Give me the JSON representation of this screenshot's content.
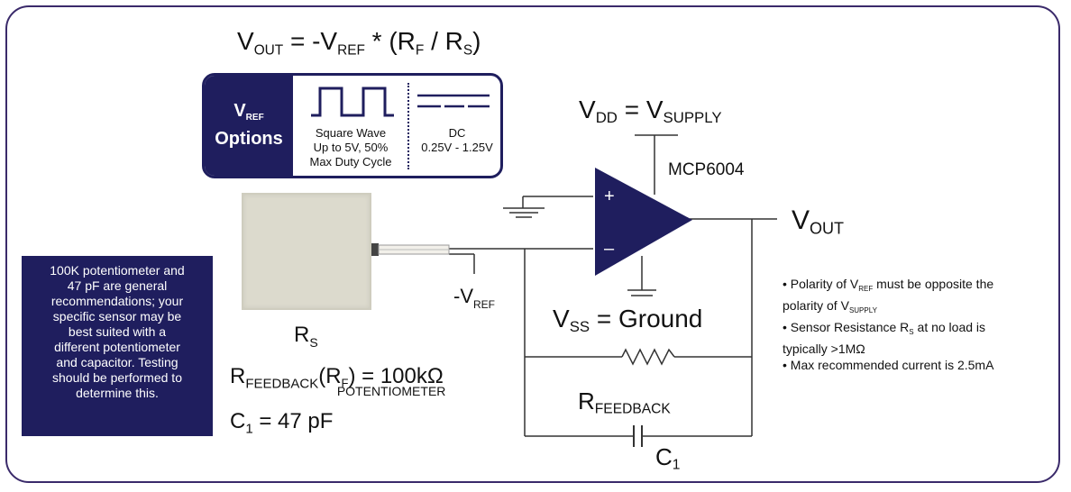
{
  "equation": {
    "v": "V",
    "out_sub": "OUT",
    "eq": " = -V",
    "ref_sub": "REF",
    "mid": " * (R",
    "f_sub": "F",
    "slash": " / R",
    "s_sub": "S",
    "close": ")"
  },
  "vref_options": {
    "v": "V",
    "ref_sub": "REF",
    "options_label": "Options",
    "square_wave": [
      "Square Wave",
      "Up to 5V, 50%",
      "Max Duty Cycle"
    ],
    "dc": [
      "DC",
      "0.25V - 1.25V"
    ]
  },
  "vdd": {
    "v": "V",
    "dd_sub": "DD",
    "eq": " = V",
    "supply_sub": "SUPPLY"
  },
  "chip": "MCP6004",
  "vout": {
    "v": "V",
    "sub": "OUT"
  },
  "vss": {
    "v": "V",
    "sub": "SS",
    "text": " = Ground"
  },
  "plus": "+",
  "minus": "–",
  "neg_vref": {
    "v": "-V",
    "sub": "REF"
  },
  "rs": {
    "r": "R",
    "sub": "S"
  },
  "rfeedback_eq": {
    "r": "R",
    "sub1": "FEEDBACK",
    "paren": "(R",
    "f_sub": "F",
    "close": ")",
    "eq": " = 100kΩ",
    "sub2": "POTENTIOMETER"
  },
  "c1_eq": {
    "c": "C",
    "sub": "1",
    "eq": " = 47 pF"
  },
  "rfeedback_label": {
    "r": "R",
    "sub": "FEEDBACK"
  },
  "c1_label": {
    "c": "C",
    "sub": "1"
  },
  "note": [
    "100K potentiometer and",
    "47 pF are general",
    "recommendations; your",
    "specific sensor may be",
    "best suited with a",
    "different potentiometer",
    "and capacitor. Testing",
    "should be performed to",
    "determine this."
  ],
  "bullets": {
    "b1_a": "• Polarity of V",
    "b1_ref": "REF",
    "b1_b": " must be opposite the",
    "b1_c": "polarity of V",
    "b1_supply": "SUPPLY",
    "b2_a": "• Sensor Resistance R",
    "b2_s": "S",
    "b2_b": " at no load is",
    "b2_c": "typically >1MΩ",
    "b3": "• Max recommended current is 2.5mA"
  },
  "colors": {
    "navy": "#1f1e5e",
    "frame": "#3a2a6a"
  }
}
